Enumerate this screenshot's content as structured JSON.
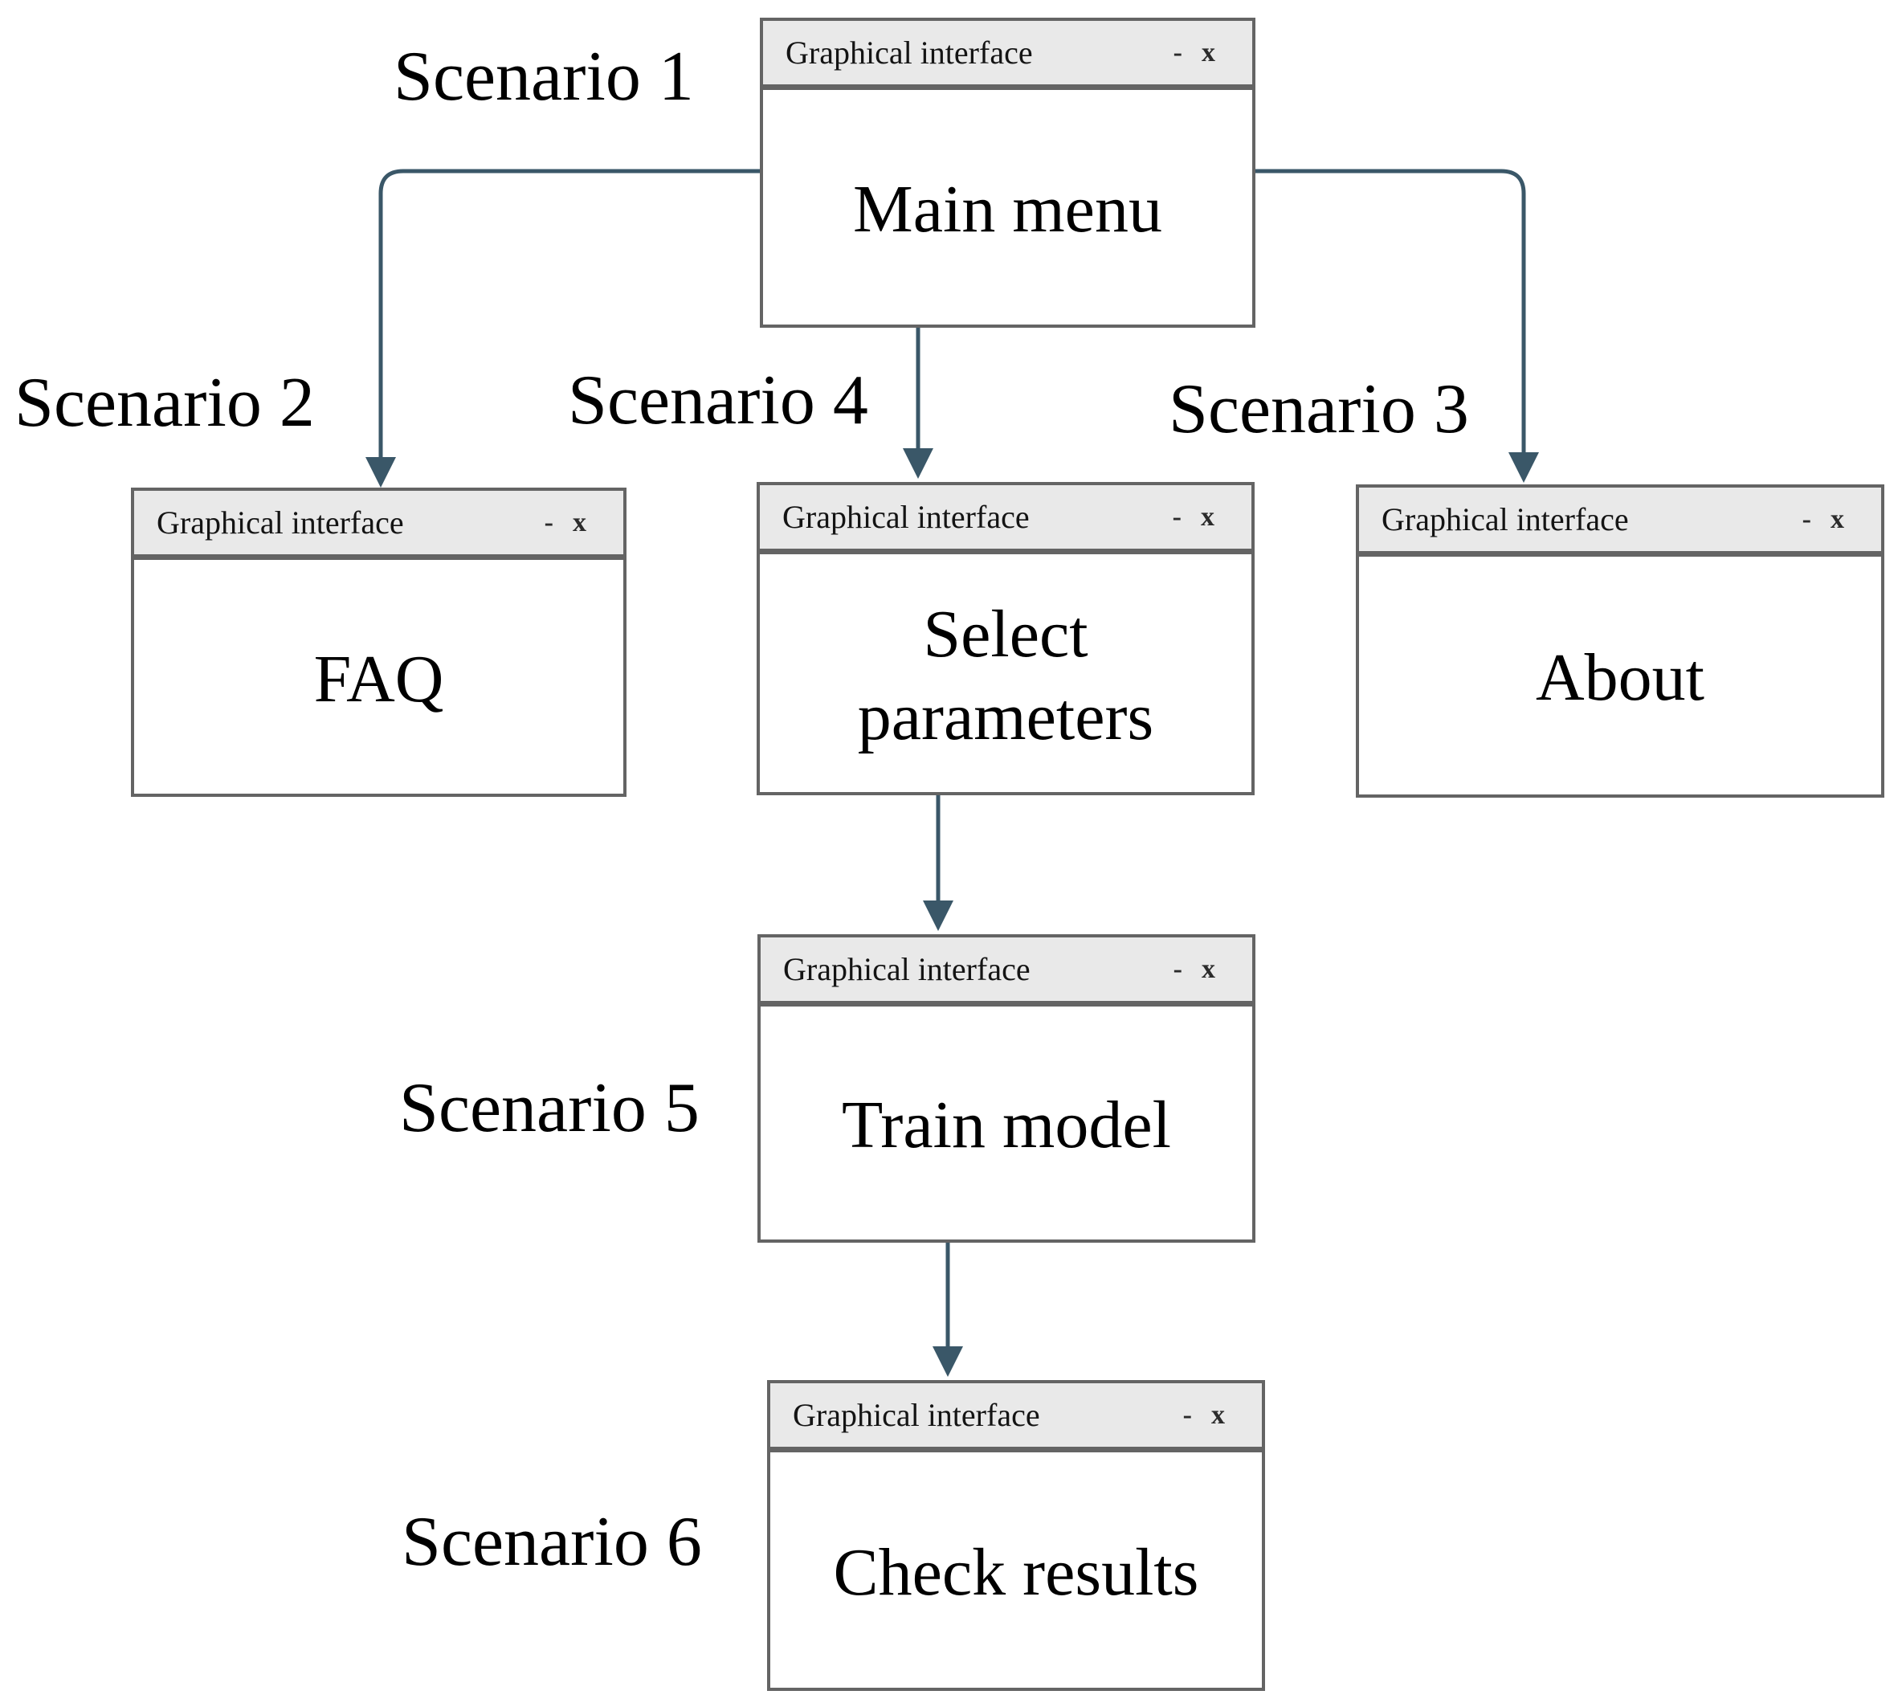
{
  "diagram": {
    "title_bar": {
      "title": "Graphical interface",
      "minimize_label": "-",
      "close_label": "x"
    },
    "scenarios": [
      {
        "id": "1",
        "label": "Scenario 1"
      },
      {
        "id": "2",
        "label": "Scenario 2"
      },
      {
        "id": "3",
        "label": "Scenario 3"
      },
      {
        "id": "4",
        "label": "Scenario 4"
      },
      {
        "id": "5",
        "label": "Scenario 5"
      },
      {
        "id": "6",
        "label": "Scenario 6"
      }
    ],
    "windows": [
      {
        "id": "main-menu",
        "label": "Main menu"
      },
      {
        "id": "faq",
        "label": "FAQ"
      },
      {
        "id": "select-parameters",
        "label": "Select parameters"
      },
      {
        "id": "about",
        "label": "About"
      },
      {
        "id": "train-model",
        "label": "Train model"
      },
      {
        "id": "check-results",
        "label": "Check results"
      }
    ],
    "edges": [
      {
        "from": "main-menu",
        "to": "faq"
      },
      {
        "from": "main-menu",
        "to": "select-parameters"
      },
      {
        "from": "main-menu",
        "to": "about"
      },
      {
        "from": "select-parameters",
        "to": "train-model"
      },
      {
        "from": "train-model",
        "to": "check-results"
      }
    ],
    "colors": {
      "arrow": "#3a5768",
      "titlebar_bg": "#e9e9e9",
      "window_border": "#646464",
      "body_bg": "#ffffff"
    }
  }
}
